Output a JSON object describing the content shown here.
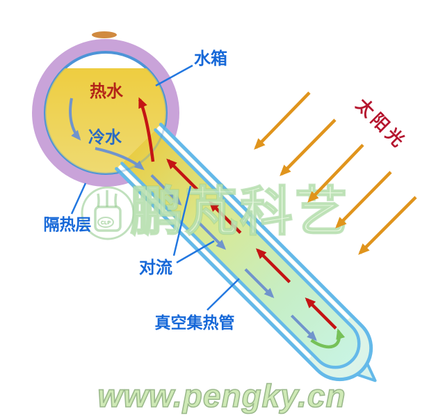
{
  "labels": {
    "water_tank": "水箱",
    "hot_water": "热水",
    "cold_water": "冷水",
    "insulation": "隔热层",
    "convection": "对流",
    "vacuum_tube": "真空集热管",
    "sunlight": "太阳光"
  },
  "watermark": {
    "brand": "鹏芃科艺",
    "logo_text": "CLP",
    "website": "www.pengky.cn"
  },
  "colors": {
    "hot_arrow_red": "#c41414",
    "cold_arrow_blue": "#7094cc",
    "label_blue": "#1668d8",
    "hot_label_red": "#b32318",
    "cold_label_blue": "#2a6bc4",
    "sun_ray_orange": "#e0941c",
    "sunlight_label_red": "#b5152e",
    "insulation_purple": "#c9a3d9",
    "tank_water_yellow": "#edd04a",
    "tube_wall_blue": "#64b9e9",
    "turnaround_green": "#76c158",
    "watermark_green": "#bfe3ad"
  }
}
